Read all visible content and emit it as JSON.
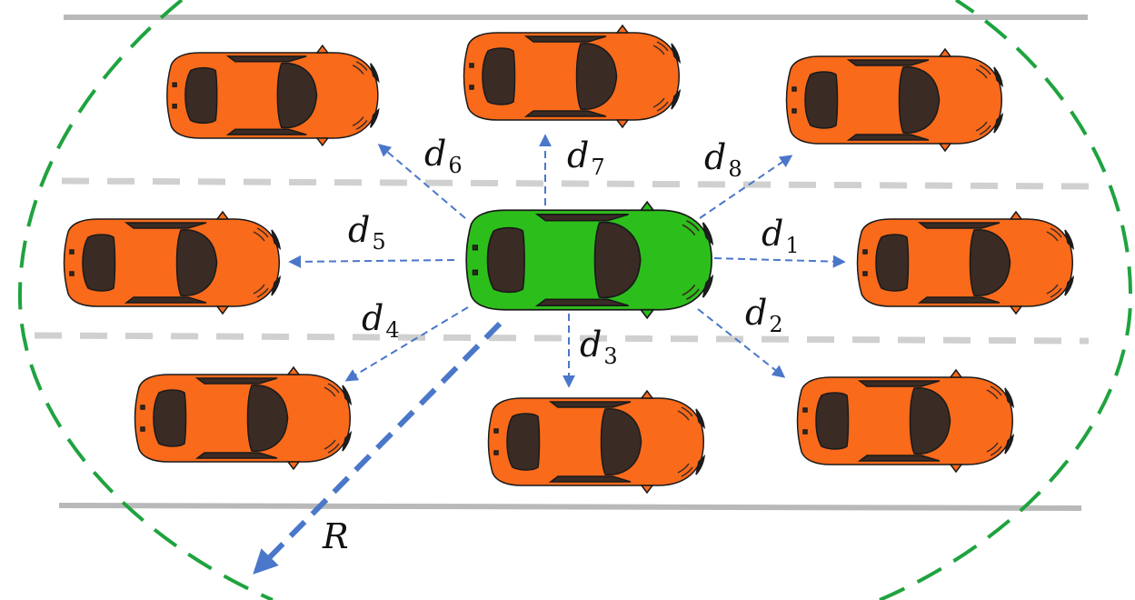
{
  "diagram": {
    "colors": {
      "road_edge": "#b9b9b9",
      "lane_marking": "#d0d0d0",
      "ego_car": "#2cbf1b",
      "other_car": "#f96a1b",
      "window": "#3a2b25",
      "arrow": "#4a77c9",
      "sensing_boundary": "#1fa33f"
    },
    "ego_vehicle": {
      "icon": "green-car-icon"
    },
    "other_vehicle_icon": "orange-car-icon",
    "radius_label": {
      "main": "R"
    },
    "distance_labels": [
      {
        "main": "d",
        "sub": "1"
      },
      {
        "main": "d",
        "sub": "2"
      },
      {
        "main": "d",
        "sub": "3"
      },
      {
        "main": "d",
        "sub": "4"
      },
      {
        "main": "d",
        "sub": "5"
      },
      {
        "main": "d",
        "sub": "6"
      },
      {
        "main": "d",
        "sub": "7"
      },
      {
        "main": "d",
        "sub": "8"
      }
    ]
  }
}
